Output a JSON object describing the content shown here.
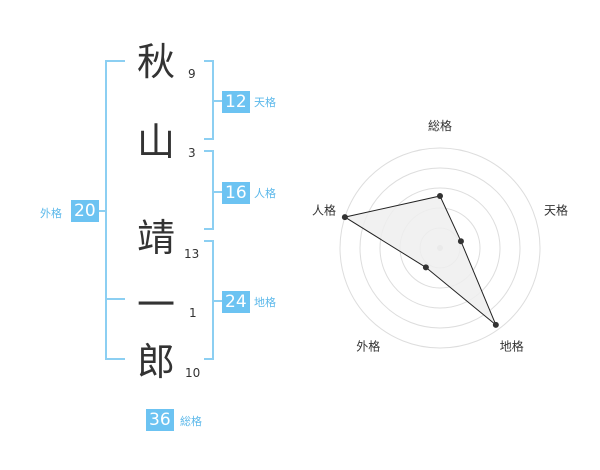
{
  "name": {
    "chars": [
      {
        "char": "秋",
        "strokes": "9"
      },
      {
        "char": "山",
        "strokes": "3"
      },
      {
        "char": "靖",
        "strokes": "13"
      },
      {
        "char": "一",
        "strokes": "1"
      },
      {
        "char": "郎",
        "strokes": "10"
      }
    ]
  },
  "kaku": {
    "tenkaku": {
      "value": "12",
      "label": "天格"
    },
    "jinkaku": {
      "value": "16",
      "label": "人格"
    },
    "chikaku": {
      "value": "24",
      "label": "地格"
    },
    "gaikaku": {
      "value": "20",
      "label": "外格"
    },
    "soukaku": {
      "value": "36",
      "label": "総格"
    }
  },
  "colors": {
    "bracket": "#8ccff2",
    "badge": "#6cc3f2",
    "label": "#5bb8ea",
    "radar_fill": "#eeeeee",
    "radar_grid": "#dddddd"
  },
  "chart_data": {
    "type": "radar",
    "axes": [
      "総格",
      "天格",
      "地格",
      "外格",
      "人格"
    ],
    "values": [
      0.52,
      0.22,
      0.95,
      0.24,
      1.0
    ],
    "scale_max": 1.0,
    "rings": 5,
    "legend": "none"
  }
}
